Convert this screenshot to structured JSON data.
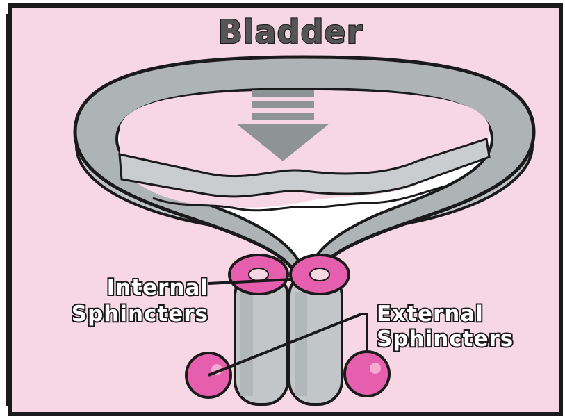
{
  "diagram": {
    "title": "Bladder",
    "labels": {
      "internal_line1": "Internal",
      "internal_line2": "Sphincters",
      "external_line1": "External",
      "external_line2": "Sphincters"
    },
    "colors": {
      "panel_background": "#f7d7e3",
      "bladder_wall": "#aeb3b5",
      "urethra": "#c3c6c8",
      "sphincter": "#e65fae",
      "outline": "#1a1a1a",
      "lumen": "#ffffff",
      "arrow": "#8e9496"
    },
    "icons": {
      "pressure_arrow": "arrow-down-icon"
    }
  }
}
